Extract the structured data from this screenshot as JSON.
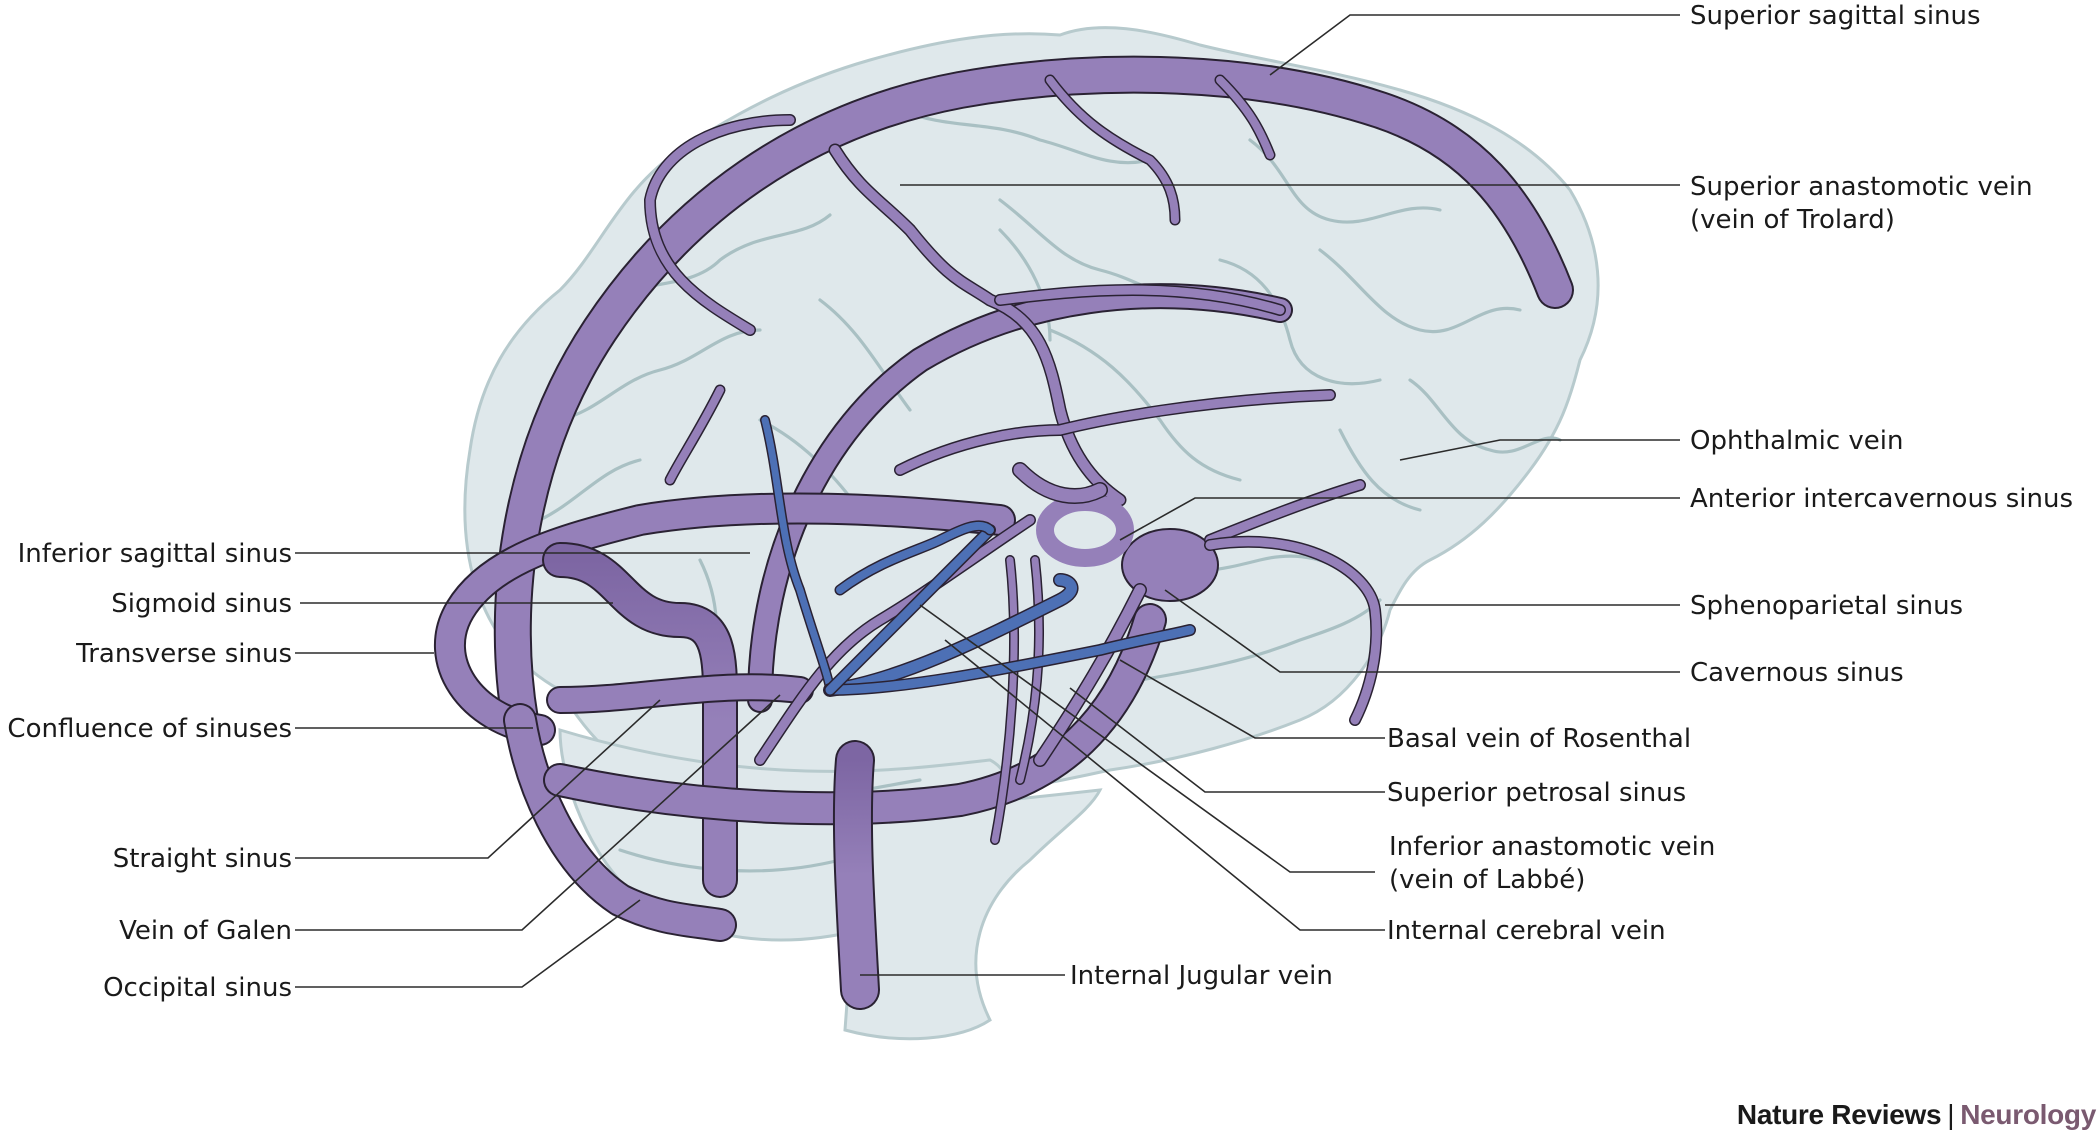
{
  "figure": {
    "subject": "Cerebral venous system (lateral view)",
    "colors": {
      "brain_fill": "#dfe8eb",
      "brain_outline": "#b7cacd",
      "sinus_purple": "#9580b9",
      "sinus_shadow": "#7d66a3",
      "deep_vein_blue": "#4d70b5",
      "outline": "#2a2233",
      "leader_line": "#2b2b2b",
      "brand_dark": "#1a1a1a",
      "brand_accent": "#7a5a70"
    }
  },
  "labels": {
    "right": [
      {
        "id": "superior-sagittal-sinus",
        "lines": [
          "Superior sagittal sinus"
        ]
      },
      {
        "id": "superior-anastomotic-vein",
        "lines": [
          "Superior anastomotic vein",
          "(vein of Trolard)"
        ]
      },
      {
        "id": "ophthalmic-vein",
        "lines": [
          "Ophthalmic vein"
        ]
      },
      {
        "id": "anterior-intercavernous-sinus",
        "lines": [
          "Anterior intercavernous sinus"
        ]
      },
      {
        "id": "sphenoparietal-sinus",
        "lines": [
          "Sphenoparietal sinus"
        ]
      },
      {
        "id": "cavernous-sinus",
        "lines": [
          "Cavernous sinus"
        ]
      }
    ],
    "mid_right": [
      {
        "id": "basal-vein-of-rosenthal",
        "lines": [
          "Basal vein of Rosenthal"
        ]
      },
      {
        "id": "superior-petrosal-sinus",
        "lines": [
          "Superior petrosal sinus"
        ]
      },
      {
        "id": "inferior-anastomotic-vein",
        "lines": [
          "Inferior anastomotic vein",
          "(vein of Labbé)"
        ]
      },
      {
        "id": "internal-cerebral-vein",
        "lines": [
          "Internal cerebral vein"
        ]
      }
    ],
    "bottom": [
      {
        "id": "internal-jugular-vein",
        "lines": [
          "Internal Jugular vein"
        ]
      }
    ],
    "left": [
      {
        "id": "inferior-sagittal-sinus",
        "lines": [
          "Inferior sagittal sinus"
        ]
      },
      {
        "id": "sigmoid-sinus",
        "lines": [
          "Sigmoid sinus"
        ]
      },
      {
        "id": "transverse-sinus",
        "lines": [
          "Transverse sinus"
        ]
      },
      {
        "id": "confluence-of-sinuses",
        "lines": [
          "Confluence of sinuses"
        ]
      },
      {
        "id": "straight-sinus",
        "lines": [
          "Straight sinus"
        ]
      },
      {
        "id": "vein-of-galen",
        "lines": [
          "Vein of Galen"
        ]
      },
      {
        "id": "occipital-sinus",
        "lines": [
          "Occipital sinus"
        ]
      }
    ]
  },
  "footer": {
    "journal": "Nature Reviews",
    "separator": "|",
    "section": "Neurology"
  }
}
